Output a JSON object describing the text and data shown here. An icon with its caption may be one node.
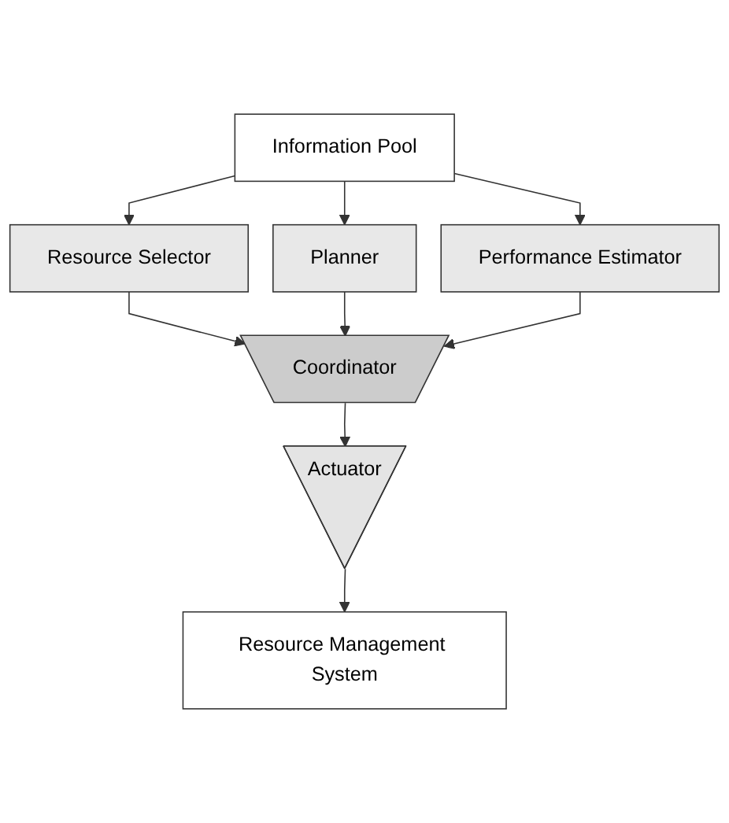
{
  "diagram": {
    "nodes": [
      {
        "text": [
          "Information Pool"
        ]
      },
      {
        "text": [
          "Resource Selector"
        ]
      },
      {
        "text": [
          "Planner"
        ]
      },
      {
        "text": [
          "Performance Estimator"
        ]
      },
      {
        "text": [
          "Coordinator"
        ]
      },
      {
        "text": [
          "Actuator"
        ]
      },
      {
        "text": [
          "Resource Management System"
        ]
      }
    ],
    "edges": [
      {
        "from": 0,
        "to": 1,
        "arrow": "to"
      },
      {
        "from": 0,
        "to": 2,
        "arrow": "to"
      },
      {
        "from": 0,
        "to": 3,
        "arrow": "to"
      },
      {
        "from": 1,
        "to": 4,
        "arrow": "to"
      },
      {
        "from": 2,
        "to": 4,
        "arrow": "to"
      },
      {
        "from": 3,
        "to": 4,
        "arrow": "to"
      },
      {
        "from": 4,
        "to": 5,
        "arrow": "to"
      },
      {
        "from": 5,
        "to": 6,
        "arrow": "to"
      }
    ]
  }
}
